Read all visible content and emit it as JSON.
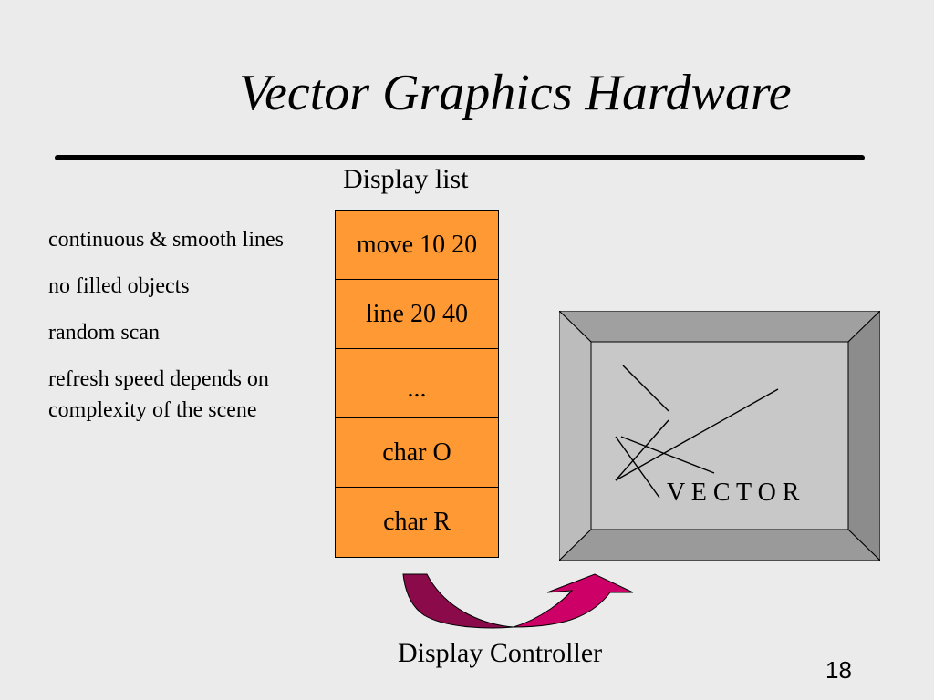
{
  "title": "Vector Graphics Hardware",
  "display_list": {
    "caption": "Display list",
    "items": [
      "move 10 20",
      "line 20 40",
      "...",
      "char O",
      "char R"
    ]
  },
  "bullets": [
    "continuous & smooth lines",
    "no filled objects",
    "random scan",
    "refresh speed  depends on complexity of the scene"
  ],
  "monitor": {
    "label": "V E C T O R"
  },
  "controller_label": "Display Controller",
  "page_number": "18",
  "colors": {
    "background": "#ebebeb",
    "list_fill": "#ff9933",
    "arrow_fill": "#cc0066",
    "screen_fill": "#c8c8c8"
  }
}
